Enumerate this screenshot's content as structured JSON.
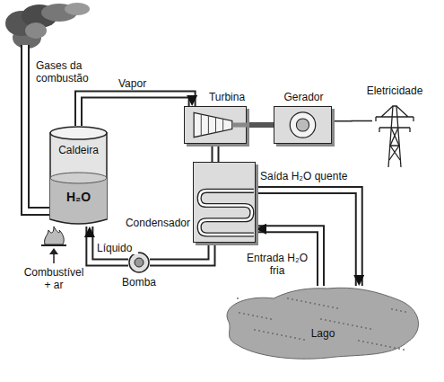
{
  "diagram": {
    "nodes": [
      {
        "text": [
          "Caldeira",
          "H₂O"
        ]
      },
      {
        "text": [
          "Turbina"
        ]
      },
      {
        "text": [
          "Gerador"
        ]
      },
      {
        "text": [
          "Eletricidade"
        ]
      },
      {
        "text": [
          "Condensador"
        ]
      },
      {
        "text": [
          "Bomba"
        ]
      },
      {
        "text": [
          "Lago"
        ]
      }
    ],
    "edges": [
      {
        "from": 0,
        "to": 1,
        "label": "Vapor",
        "arrow": "to"
      },
      {
        "from": 1,
        "to": 2,
        "arrow": "none"
      },
      {
        "from": 2,
        "to": 3,
        "arrow": "none"
      },
      {
        "from": 1,
        "to": 4,
        "arrow": "none"
      },
      {
        "from": 4,
        "to": 5,
        "arrow": "none"
      },
      {
        "from": 5,
        "to": 0,
        "label": "Líquido",
        "arrow": "to"
      },
      {
        "from": 6,
        "to": 4,
        "label": "Entrada H₂O fria",
        "arrow": "to"
      },
      {
        "from": 4,
        "to": 6,
        "label": "Saída H₂O quente",
        "arrow": "to"
      }
    ],
    "labels": [
      "Gases da combustão",
      "Combustível + ar"
    ]
  }
}
